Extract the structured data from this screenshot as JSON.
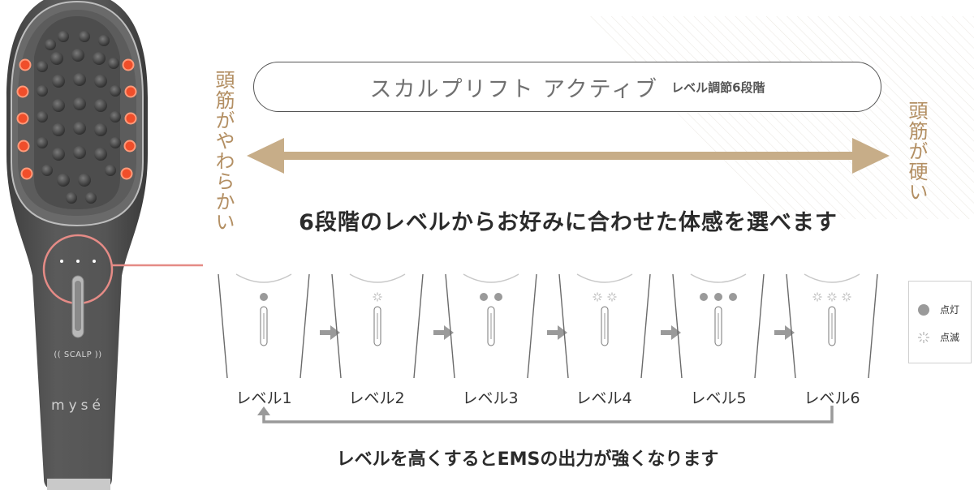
{
  "colors": {
    "accent_gold": "#c7ad88",
    "label_gold": "#b38f63",
    "device_body": "#505050",
    "led_red": "#f04e2a",
    "highlight_pink": "#e58b86"
  },
  "device": {
    "button_text": "(( SCALP ))",
    "brand": "mysé"
  },
  "left_label": "頭筋がやわらかい",
  "right_label": "頭筋が硬い",
  "pill": {
    "title": "スカルプリフト アクティブ",
    "subtitle": "レベル調節6段階"
  },
  "headline": "6段階のレベルからお好みに合わせた体感を選べます",
  "levels": [
    {
      "label": "レベル1",
      "count": 1,
      "mode": "solid"
    },
    {
      "label": "レベル2",
      "count": 1,
      "mode": "blink"
    },
    {
      "label": "レベル3",
      "count": 2,
      "mode": "solid"
    },
    {
      "label": "レベル4",
      "count": 2,
      "mode": "blink"
    },
    {
      "label": "レベル5",
      "count": 3,
      "mode": "solid"
    },
    {
      "label": "レベル6",
      "count": 3,
      "mode": "blink"
    }
  ],
  "footer": "レベルを高くするとEMSの出力が強くなります",
  "legend": {
    "solid": "点灯",
    "blink": "点滅"
  }
}
